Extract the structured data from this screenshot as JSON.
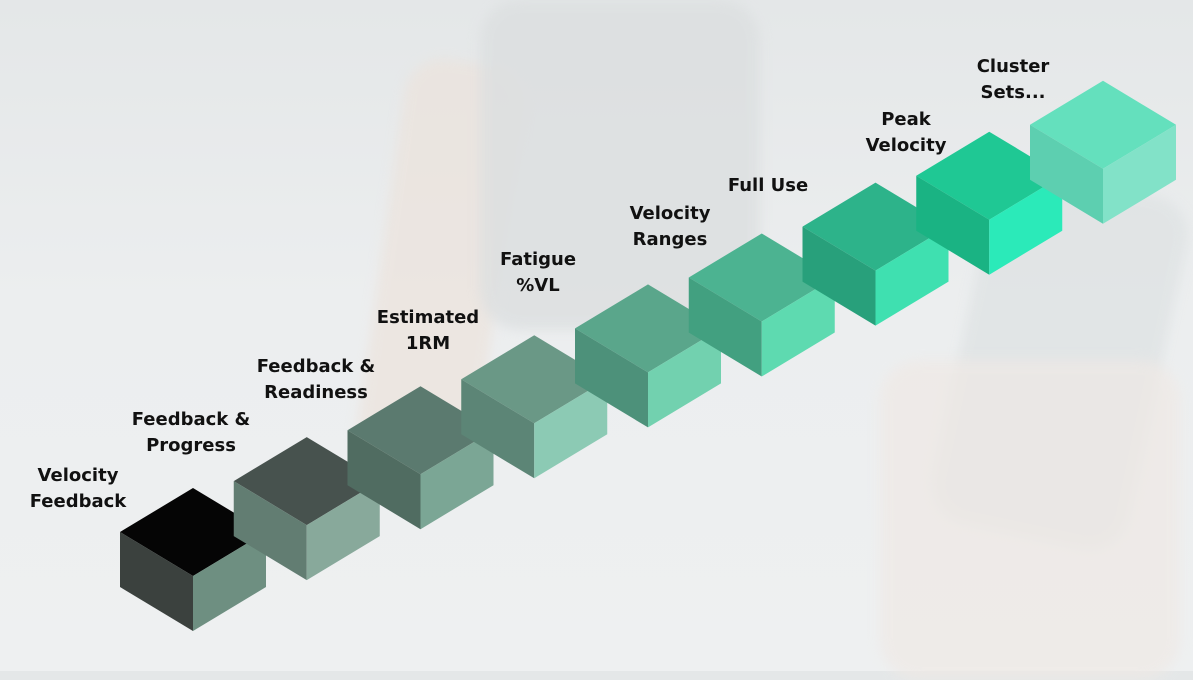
{
  "steps": [
    {
      "line1": "Velocity",
      "line2": "Feedback",
      "colors": {
        "top": "#050505",
        "left": "#3b413e",
        "right": "#6e8f81"
      }
    },
    {
      "line1": "Feedback &",
      "line2": "Progress",
      "colors": {
        "top": "#47524e",
        "left": "#627d72",
        "right": "#88a99b"
      }
    },
    {
      "line1": "Feedback &",
      "line2": "Readiness",
      "colors": {
        "top": "#5b7a6f",
        "left": "#506c61",
        "right": "#7ba695"
      }
    },
    {
      "line1": "Estimated",
      "line2": "1RM",
      "colors": {
        "top": "#6a9886",
        "left": "#5c8576",
        "right": "#8ccab4"
      }
    },
    {
      "line1": "Fatigue",
      "line2": "%VL",
      "colors": {
        "top": "#5aa68b",
        "left": "#4d917a",
        "right": "#72d1af"
      }
    },
    {
      "line1": "Velocity",
      "line2": "Ranges",
      "colors": {
        "top": "#4cb391",
        "left": "#42a080",
        "right": "#5edab0"
      }
    },
    {
      "line1": "Full Use",
      "line2": "",
      "colors": {
        "top": "#2db38a",
        "left": "#28a07b",
        "right": "#3fe0b0"
      }
    },
    {
      "line1": "Peak",
      "line2": "Velocity",
      "colors": {
        "top": "#1fc894",
        "left": "#1ab383",
        "right": "#2beab9"
      }
    },
    {
      "line1": "Cluster",
      "line2": "Sets...",
      "colors": {
        "top": "#64e0bd",
        "left": "#5dcfb0",
        "right": "#82e2c8"
      }
    }
  ]
}
